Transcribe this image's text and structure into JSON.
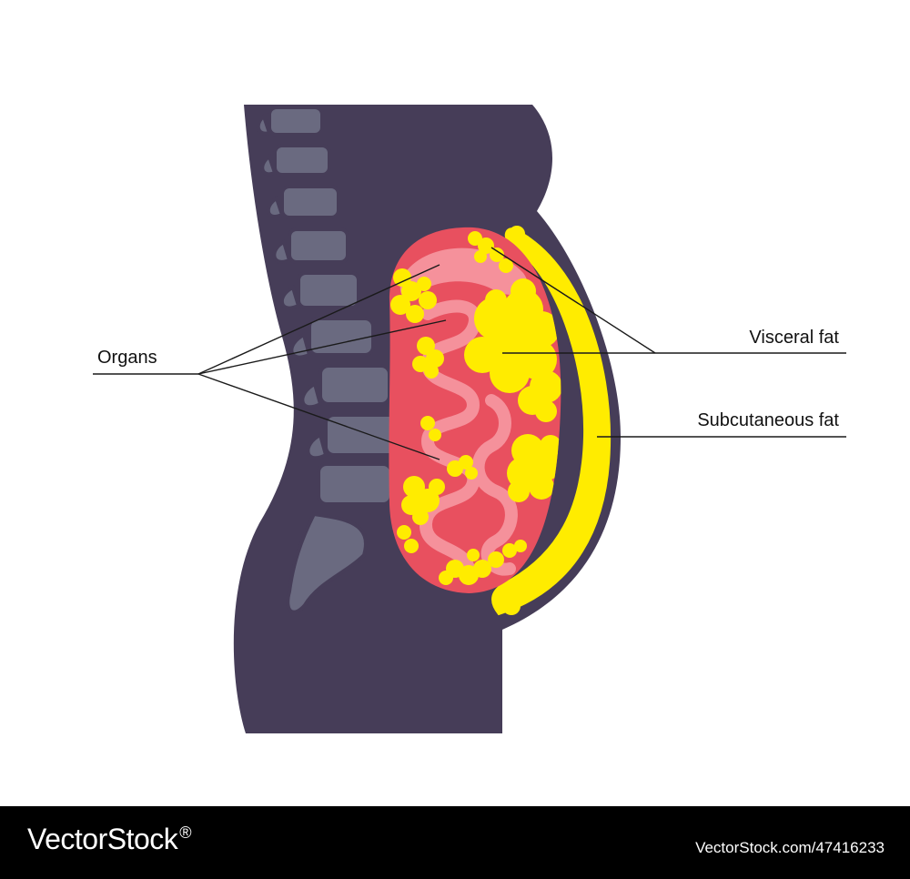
{
  "labels": {
    "organs": "Organs",
    "visceral_fat": "Visceral fat",
    "subcutaneous_fat": "Subcutaneous fat"
  },
  "footer": {
    "brand": "VectorStock",
    "brand_mark": "®",
    "image_url": "VectorStock.com/47416233"
  },
  "colors": {
    "body": "#463d58",
    "spine": "#6a6a80",
    "organ_cavity": "#e8505f",
    "organ_light": "#f5919b",
    "fat": "#ffec00",
    "footer_bg": "#000000"
  }
}
